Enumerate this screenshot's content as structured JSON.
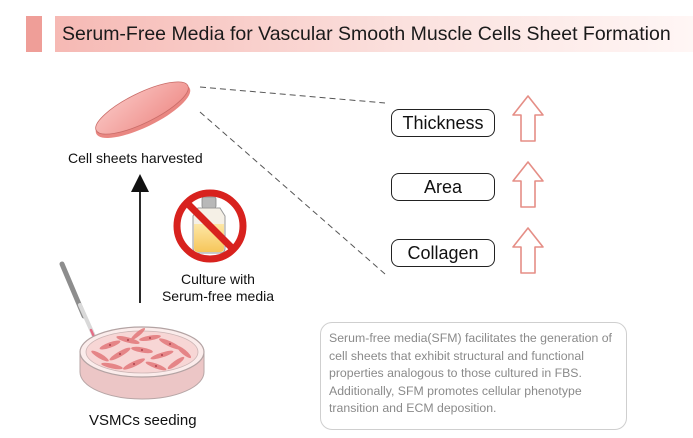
{
  "title": "Serum-Free Media for Vascular Smooth Muscle Cells Sheet Formation",
  "labels": {
    "cell_sheets": "Cell sheets harvested",
    "culture": "Culture with Serum-free media",
    "seeding": "VSMCs seeding"
  },
  "outcomes": [
    {
      "label": "Thickness",
      "trend": "increase"
    },
    {
      "label": "Area",
      "trend": "increase"
    },
    {
      "label": "Collagen",
      "trend": "increase"
    }
  ],
  "summary": "Serum-free media(SFM) facilitates the generation of cell sheets that exhibit structural and functional properties analogous to those cultured in FBS. Additionally, SFM promotes cellular phenotype transition and ECM deposition.",
  "colors": {
    "accent": "#ef9e98",
    "cell_sheet": "#f4a3a0",
    "arrow_outline": "#e58e86",
    "prohibit_red": "#d8221e",
    "summary_text": "#8a8a8a"
  },
  "icons": [
    "cell-sheet-icon",
    "petri-dish-icon",
    "pipette-icon",
    "fbs-bottle-icon",
    "no-symbol-icon",
    "up-arrow-icon"
  ]
}
